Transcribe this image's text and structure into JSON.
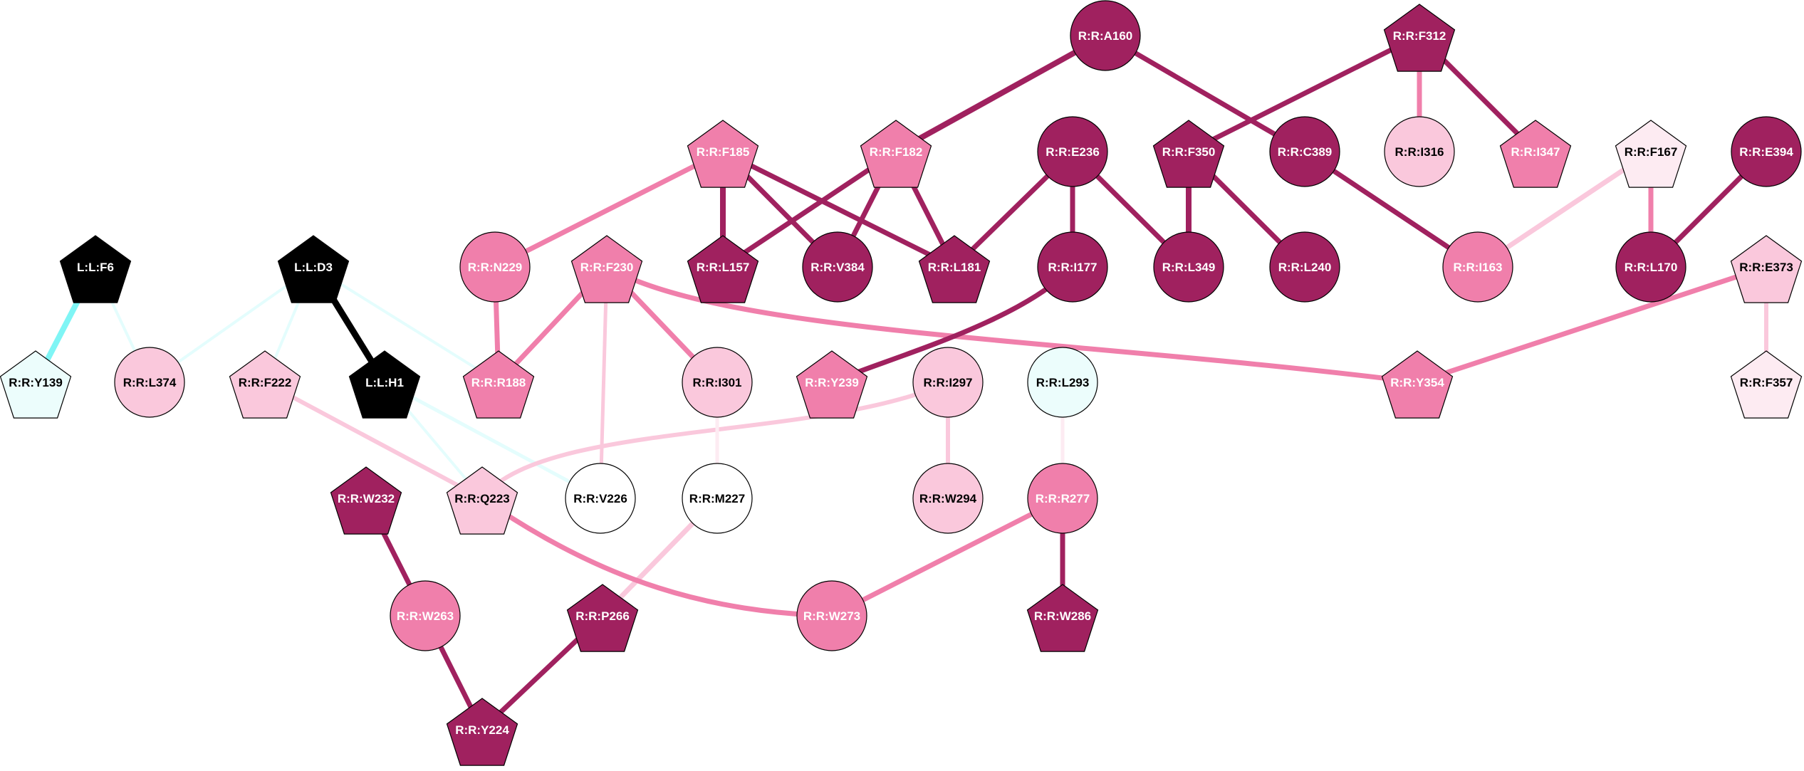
{
  "colors": {
    "black": "#000000",
    "dark": "#a0215f",
    "mid": "#f07fab",
    "light": "#fac8dc",
    "pale": "#fdebf2",
    "white": "#ffffff",
    "cyan": "#ecfdfc",
    "cyan_edge": "#7ff5f5",
    "cyan_edge_pale": "#e4fdfd"
  },
  "nodes": [
    {
      "id": "A160",
      "label": "R:R:A160",
      "shape": "circle",
      "fill": "dark"
    },
    {
      "id": "F312",
      "label": "R:R:F312",
      "shape": "pentagon",
      "fill": "dark"
    },
    {
      "id": "F185",
      "label": "R:R:F185",
      "shape": "pentagon",
      "fill": "mid"
    },
    {
      "id": "F182",
      "label": "R:R:F182",
      "shape": "pentagon",
      "fill": "mid"
    },
    {
      "id": "E236",
      "label": "R:R:E236",
      "shape": "circle",
      "fill": "dark"
    },
    {
      "id": "F350",
      "label": "R:R:F350",
      "shape": "pentagon",
      "fill": "dark"
    },
    {
      "id": "C389",
      "label": "R:R:C389",
      "shape": "circle",
      "fill": "dark"
    },
    {
      "id": "I316",
      "label": "R:R:I316",
      "shape": "circle",
      "fill": "light"
    },
    {
      "id": "I347",
      "label": "R:R:I347",
      "shape": "pentagon",
      "fill": "mid"
    },
    {
      "id": "F167",
      "label": "R:R:F167",
      "shape": "pentagon",
      "fill": "pale"
    },
    {
      "id": "E394",
      "label": "R:R:E394",
      "shape": "circle",
      "fill": "dark"
    },
    {
      "id": "F6",
      "label": "L:L:F6",
      "shape": "pentagon",
      "fill": "black"
    },
    {
      "id": "D3",
      "label": "L:L:D3",
      "shape": "pentagon",
      "fill": "black"
    },
    {
      "id": "N229",
      "label": "R:R:N229",
      "shape": "circle",
      "fill": "mid"
    },
    {
      "id": "F230",
      "label": "R:R:F230",
      "shape": "pentagon",
      "fill": "mid"
    },
    {
      "id": "L157",
      "label": "R:R:L157",
      "shape": "pentagon",
      "fill": "dark"
    },
    {
      "id": "V384",
      "label": "R:R:V384",
      "shape": "circle",
      "fill": "dark"
    },
    {
      "id": "L181",
      "label": "R:R:L181",
      "shape": "pentagon",
      "fill": "dark"
    },
    {
      "id": "I177",
      "label": "R:R:I177",
      "shape": "circle",
      "fill": "dark"
    },
    {
      "id": "L349",
      "label": "R:R:L349",
      "shape": "circle",
      "fill": "dark"
    },
    {
      "id": "L240",
      "label": "R:R:L240",
      "shape": "circle",
      "fill": "dark"
    },
    {
      "id": "I163",
      "label": "R:R:I163",
      "shape": "circle",
      "fill": "mid"
    },
    {
      "id": "L170",
      "label": "R:R:L170",
      "shape": "circle",
      "fill": "dark"
    },
    {
      "id": "E373",
      "label": "R:R:E373",
      "shape": "pentagon",
      "fill": "light"
    },
    {
      "id": "Y139",
      "label": "R:R:Y139",
      "shape": "pentagon",
      "fill": "cyan"
    },
    {
      "id": "L374",
      "label": "R:R:L374",
      "shape": "circle",
      "fill": "light"
    },
    {
      "id": "F222",
      "label": "R:R:F222",
      "shape": "pentagon",
      "fill": "light"
    },
    {
      "id": "H1",
      "label": "L:L:H1",
      "shape": "pentagon",
      "fill": "black"
    },
    {
      "id": "R188",
      "label": "R:R:R188",
      "shape": "pentagon",
      "fill": "mid"
    },
    {
      "id": "I301",
      "label": "R:R:I301",
      "shape": "circle",
      "fill": "light"
    },
    {
      "id": "Y239",
      "label": "R:R:Y239",
      "shape": "pentagon",
      "fill": "mid"
    },
    {
      "id": "I297",
      "label": "R:R:I297",
      "shape": "circle",
      "fill": "light"
    },
    {
      "id": "L293",
      "label": "R:R:L293",
      "shape": "circle",
      "fill": "cyan"
    },
    {
      "id": "Y354",
      "label": "R:R:Y354",
      "shape": "pentagon",
      "fill": "mid"
    },
    {
      "id": "F357",
      "label": "R:R:F357",
      "shape": "pentagon",
      "fill": "pale"
    },
    {
      "id": "W232",
      "label": "R:R:W232",
      "shape": "pentagon",
      "fill": "dark"
    },
    {
      "id": "Q223",
      "label": "R:R:Q223",
      "shape": "pentagon",
      "fill": "light"
    },
    {
      "id": "V226",
      "label": "R:R:V226",
      "shape": "circle",
      "fill": "white"
    },
    {
      "id": "M227",
      "label": "R:R:M227",
      "shape": "circle",
      "fill": "white"
    },
    {
      "id": "W294",
      "label": "R:R:W294",
      "shape": "circle",
      "fill": "light"
    },
    {
      "id": "R277",
      "label": "R:R:R277",
      "shape": "circle",
      "fill": "mid"
    },
    {
      "id": "W263",
      "label": "R:R:W263",
      "shape": "circle",
      "fill": "mid"
    },
    {
      "id": "P266",
      "label": "R:R:P266",
      "shape": "pentagon",
      "fill": "dark"
    },
    {
      "id": "W273",
      "label": "R:R:W273",
      "shape": "circle",
      "fill": "mid"
    },
    {
      "id": "W286",
      "label": "R:R:W286",
      "shape": "pentagon",
      "fill": "dark"
    },
    {
      "id": "Y224",
      "label": "R:R:Y224",
      "shape": "pentagon",
      "fill": "dark"
    }
  ],
  "edges": [
    {
      "from": "A160",
      "to": "F182",
      "color": "dark",
      "weight": 8
    },
    {
      "from": "A160",
      "to": "C389",
      "color": "dark",
      "weight": 7
    },
    {
      "from": "F312",
      "to": "F350",
      "color": "dark",
      "weight": 7
    },
    {
      "from": "F312",
      "to": "I316",
      "color": "mid",
      "weight": 7
    },
    {
      "from": "F312",
      "to": "I347",
      "color": "dark",
      "weight": 7
    },
    {
      "from": "F185",
      "to": "N229",
      "color": "mid",
      "weight": 7
    },
    {
      "from": "F185",
      "to": "L157",
      "color": "dark",
      "weight": 8
    },
    {
      "from": "F185",
      "to": "V384",
      "color": "dark",
      "weight": 7
    },
    {
      "from": "F185",
      "to": "L181",
      "color": "dark",
      "weight": 7
    },
    {
      "from": "F182",
      "to": "L157",
      "color": "dark",
      "weight": 7
    },
    {
      "from": "F182",
      "to": "V384",
      "color": "dark",
      "weight": 7
    },
    {
      "from": "F182",
      "to": "L181",
      "color": "dark",
      "weight": 7
    },
    {
      "from": "E236",
      "to": "L181",
      "color": "dark",
      "weight": 7
    },
    {
      "from": "E236",
      "to": "I177",
      "color": "dark",
      "weight": 7
    },
    {
      "from": "E236",
      "to": "L349",
      "color": "dark",
      "weight": 7
    },
    {
      "from": "F350",
      "to": "L349",
      "color": "dark",
      "weight": 8
    },
    {
      "from": "F350",
      "to": "L240",
      "color": "dark",
      "weight": 7
    },
    {
      "from": "C389",
      "to": "I163",
      "color": "dark",
      "weight": 7
    },
    {
      "from": "F167",
      "to": "I163",
      "color": "light",
      "weight": 7
    },
    {
      "from": "F167",
      "to": "L170",
      "color": "mid",
      "weight": 7
    },
    {
      "from": "E394",
      "to": "L170",
      "color": "dark",
      "weight": 7
    },
    {
      "from": "F6",
      "to": "Y139",
      "color": "cyan_edge",
      "weight": 8
    },
    {
      "from": "F6",
      "to": "L374",
      "color": "cyan_edge_pale",
      "weight": 4
    },
    {
      "from": "D3",
      "to": "L374",
      "color": "cyan_edge_pale",
      "weight": 4
    },
    {
      "from": "D3",
      "to": "F222",
      "color": "cyan_edge_pale",
      "weight": 4
    },
    {
      "from": "D3",
      "to": "H1",
      "color": "black",
      "weight": 9
    },
    {
      "from": "D3",
      "to": "R188",
      "color": "cyan_edge_pale",
      "weight": 4
    },
    {
      "from": "N229",
      "to": "R188",
      "color": "mid",
      "weight": 7
    },
    {
      "from": "F230",
      "to": "R188",
      "color": "mid",
      "weight": 7
    },
    {
      "from": "F230",
      "to": "I301",
      "color": "mid",
      "weight": 7
    },
    {
      "from": "F230",
      "to": "V226",
      "color": "light",
      "weight": 5
    },
    {
      "from": "F230",
      "to": "Y354",
      "color": "mid",
      "weight": 7,
      "curve": "c1"
    },
    {
      "from": "I177",
      "to": "Y239",
      "color": "dark",
      "weight": 7,
      "curve": "c2"
    },
    {
      "from": "E373",
      "to": "Y354",
      "color": "mid",
      "weight": 7
    },
    {
      "from": "E373",
      "to": "F357",
      "color": "light",
      "weight": 6
    },
    {
      "from": "H1",
      "to": "Q223",
      "color": "cyan_edge_pale",
      "weight": 4
    },
    {
      "from": "H1",
      "to": "V226",
      "color": "cyan_edge_pale",
      "weight": 5
    },
    {
      "from": "F222",
      "to": "Q223",
      "color": "light",
      "weight": 6
    },
    {
      "from": "I297",
      "to": "Q223",
      "color": "light",
      "weight": 6,
      "curve": "c3"
    },
    {
      "from": "I297",
      "to": "W294",
      "color": "light",
      "weight": 6
    },
    {
      "from": "I301",
      "to": "M227",
      "color": "pale",
      "weight": 5
    },
    {
      "from": "L293",
      "to": "R277",
      "color": "pale",
      "weight": 5
    },
    {
      "from": "W232",
      "to": "W263",
      "color": "dark",
      "weight": 7
    },
    {
      "from": "W263",
      "to": "Y224",
      "color": "dark",
      "weight": 7
    },
    {
      "from": "P266",
      "to": "Y224",
      "color": "dark",
      "weight": 7
    },
    {
      "from": "M227",
      "to": "P266",
      "color": "light",
      "weight": 7
    },
    {
      "from": "Q223",
      "to": "W273",
      "color": "mid",
      "weight": 7,
      "curve": "c4"
    },
    {
      "from": "R277",
      "to": "W273",
      "color": "mid",
      "weight": 7
    },
    {
      "from": "R277",
      "to": "W286",
      "color": "dark",
      "weight": 7
    }
  ]
}
